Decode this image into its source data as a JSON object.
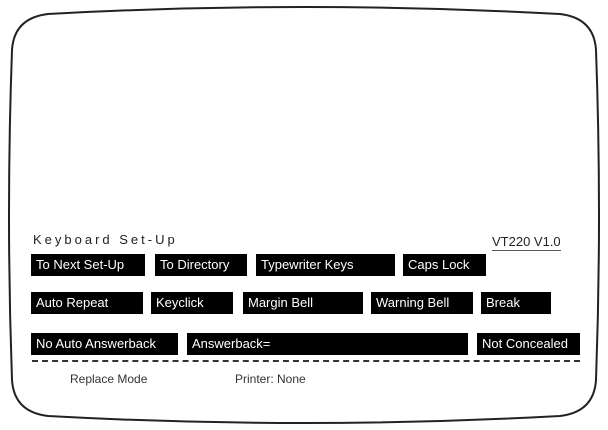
{
  "screen": {
    "title": "Keyboard Set-Up",
    "version": "VT220 V1.0"
  },
  "row1": [
    {
      "label": "To Next Set-Up"
    },
    {
      "label": "To Directory"
    },
    {
      "label": "Typewriter Keys"
    },
    {
      "label": "Caps Lock"
    }
  ],
  "row2": [
    {
      "label": "Auto Repeat"
    },
    {
      "label": "Keyclick"
    },
    {
      "label": "Margin Bell"
    },
    {
      "label": "Warning Bell"
    },
    {
      "label": "Break"
    }
  ],
  "row3": {
    "answerback_mode": "No Auto Answerback",
    "answerback_field": "Answerback=",
    "concealed": "Not Concealed"
  },
  "status": {
    "mode": "Replace Mode",
    "printer": "Printer: None"
  },
  "colors": {
    "key_bg": "#000000",
    "key_text": "#ffffff",
    "screen_bg": "#ffffff"
  }
}
